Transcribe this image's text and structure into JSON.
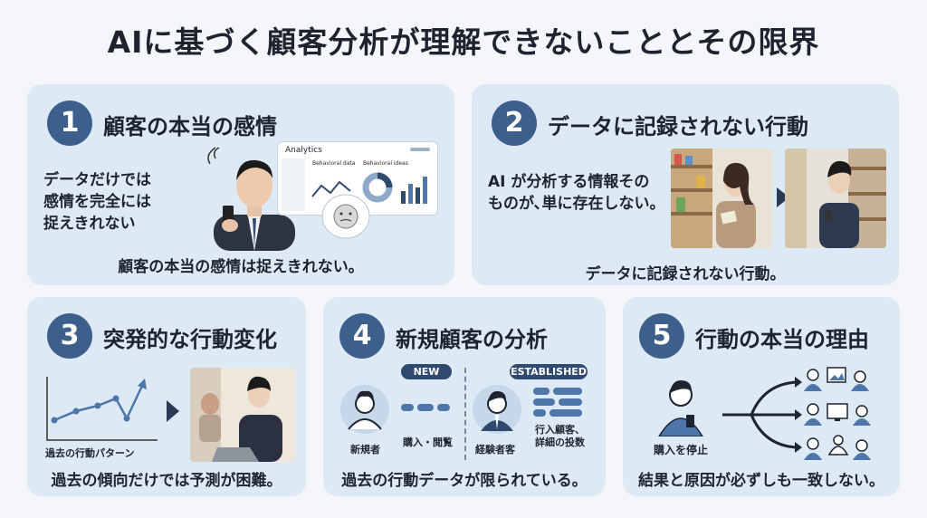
{
  "title": "AIに基づく顧客分析が理解できないこととその限界",
  "cards": [
    {
      "number": "1",
      "heading": "顧客の本当の感情",
      "body": [
        "データだけでは",
        "感情を完全には",
        "捉えきれない"
      ],
      "dashboard": {
        "app": "Analytics",
        "panel1": "Behavioral data",
        "panel2": "Behavioral ideas"
      },
      "caption": "顧客の本当の感情は捉えきれない。"
    },
    {
      "number": "2",
      "heading": "データに記録されない行動",
      "body": [
        "AI が分析する情報その",
        "ものが､単に存在しない。"
      ],
      "caption": "データに記録されない行動。"
    },
    {
      "number": "3",
      "heading": "突発的な行動変化",
      "chart_label": "過去の行動パターン",
      "caption": "過去の傾向だけでは予測が困難。"
    },
    {
      "number": "4",
      "heading": "新規顧客の分析",
      "new_tag": "NEW",
      "established_tag": "ESTABLISHED",
      "new_label": "新規者",
      "new_action": "購入・閲覧",
      "established_label": "経験者客",
      "established_detail": [
        "行入顧客、",
        "詳細の投数"
      ],
      "caption": "過去の行動データが限られている。"
    },
    {
      "number": "5",
      "heading": "行動の本当の理由",
      "stop_label": "購入を停止",
      "caption": "結果と原因が必ずしも一致しない。"
    }
  ],
  "colors": {
    "card_bg": "#dde9f4",
    "number_circle": "#3c5f8c",
    "accent": "#2f4a6e",
    "title": "#1d2430"
  }
}
